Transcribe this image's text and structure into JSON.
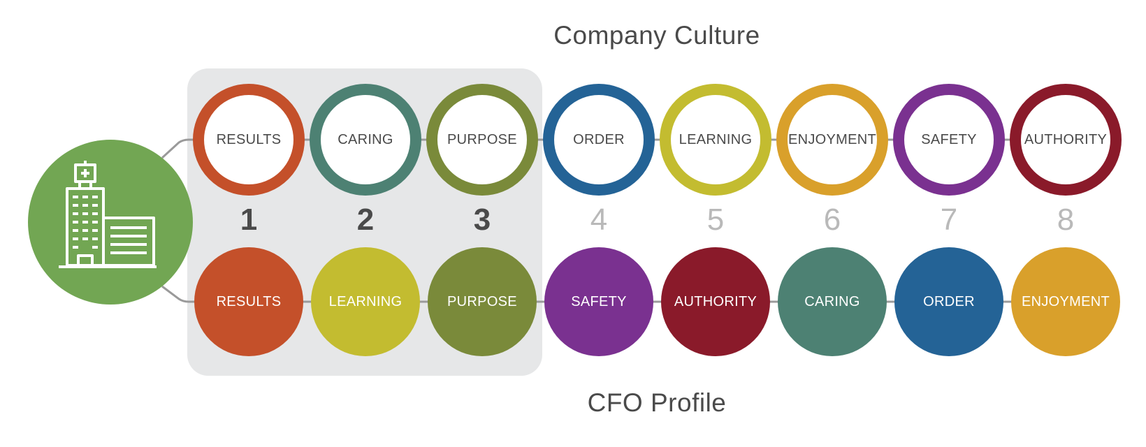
{
  "titles": {
    "top": "Company Culture",
    "bottom": "CFO Profile"
  },
  "icon": "hospital-building-icon",
  "colors": {
    "highlight": "#e6e7e8",
    "icon_circle": "#72a653",
    "connector": "#9a9a9a"
  },
  "numbers": [
    "1",
    "2",
    "3",
    "4",
    "5",
    "6",
    "7",
    "8"
  ],
  "highlighted_count": 3,
  "company_culture": [
    {
      "label": "RESULTS",
      "color": "#c4502a"
    },
    {
      "label": "CARING",
      "color": "#4d8173"
    },
    {
      "label": "PURPOSE",
      "color": "#7a8a3a"
    },
    {
      "label": "ORDER",
      "color": "#246396"
    },
    {
      "label": "LEARNING",
      "color": "#c3bc30"
    },
    {
      "label": "ENJOYMENT",
      "color": "#d9a02b"
    },
    {
      "label": "SAFETY",
      "color": "#7a3190"
    },
    {
      "label": "AUTHORITY",
      "color": "#8a1a2a"
    }
  ],
  "cfo_profile": [
    {
      "label": "RESULTS",
      "color": "#c4502a"
    },
    {
      "label": "LEARNING",
      "color": "#c3bc30"
    },
    {
      "label": "PURPOSE",
      "color": "#7a8a3a"
    },
    {
      "label": "SAFETY",
      "color": "#7a3190"
    },
    {
      "label": "AUTHORITY",
      "color": "#8a1a2a"
    },
    {
      "label": "CARING",
      "color": "#4d8173"
    },
    {
      "label": "ORDER",
      "color": "#246396"
    },
    {
      "label": "ENJOYMENT",
      "color": "#d9a02b"
    }
  ]
}
